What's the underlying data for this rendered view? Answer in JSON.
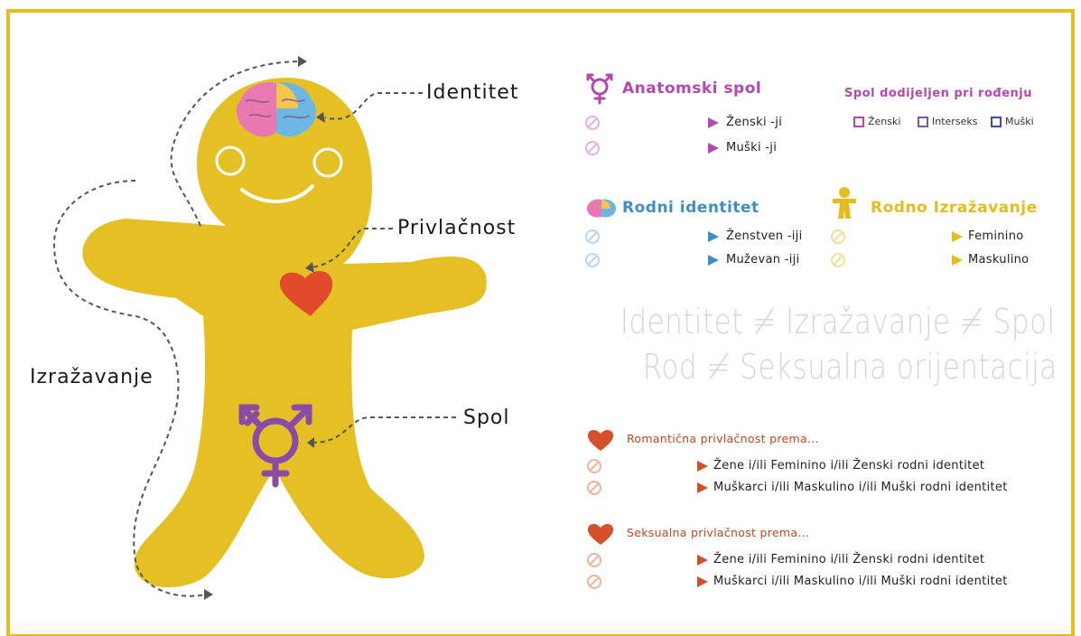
{
  "colors": {
    "frame": "#e1bf1e",
    "body": "#e4c025",
    "anatomic": "#b548b0",
    "identity": "#3f8fc7",
    "expression": "#e4bd1c",
    "attraction": "#d4502a",
    "slogan": "#d6d6d6"
  },
  "figure": {
    "label_identity": "Identitet",
    "label_attraction": "Privlačnost",
    "label_expression": "Izražavanje",
    "label_sex": "Spol",
    "brain_icon": "brain-icon",
    "heart_icon": "heart-icon",
    "gender_symbol_icon": "transgender-symbol-icon"
  },
  "anatomic": {
    "title": "Anatomski spol",
    "icon": "transgender-symbol-icon",
    "rows": [
      "Ženski -ji",
      "Muški -ji"
    ],
    "assigned_title": "Spol dodijeljen pri rođenju",
    "assigned_options": [
      "Ženski",
      "Interseks",
      "Muški"
    ]
  },
  "identity": {
    "title": "Rodni identitet",
    "icon": "brain-icon",
    "rows": [
      "Ženstven -iji",
      "Muževan -iji"
    ]
  },
  "expression": {
    "title": "Rodno Izražavanje",
    "icon": "person-icon",
    "rows": [
      "Feminino",
      "Maskulino"
    ]
  },
  "slogan": {
    "line1": "Identitet ≠ Izražavanje ≠ Spol",
    "line2": "Rod ≠ Seksualna orijentacija"
  },
  "romantic": {
    "title": "Romantična privlačnost prema...",
    "rows": [
      "Žene i/ili Feminino i/ili Ženski rodni identitet",
      "Muškarci i/ili Maskulino i/ili Muški rodni identitet"
    ]
  },
  "sexual": {
    "title": "Seksualna privlačnost prema...",
    "rows": [
      "Žene i/ili Feminino i/ili Ženski rodni identitet",
      "Muškarci i/ili Maskulino i/ili Muški rodni identitet"
    ]
  }
}
